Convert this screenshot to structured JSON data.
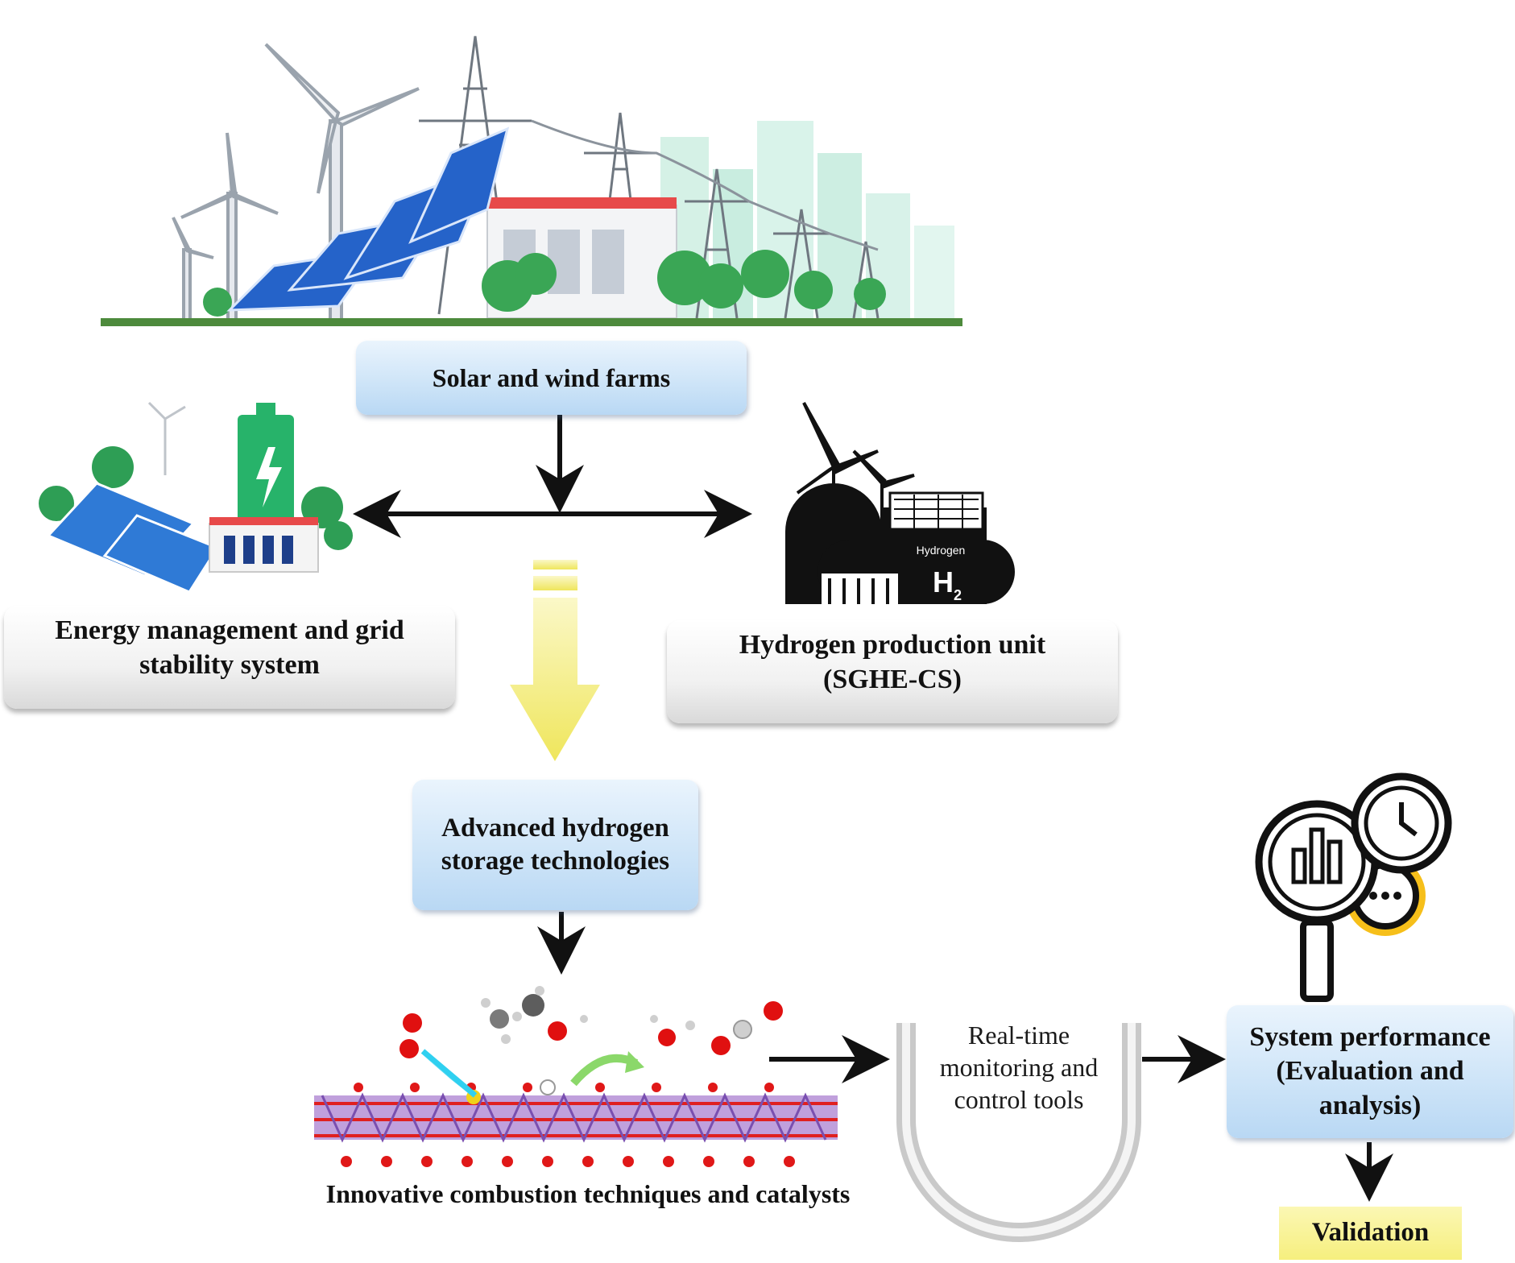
{
  "nodes": {
    "solar_wind": "Solar and wind farms",
    "energy_mgmt": "Energy management and grid stability system",
    "hydrogen_unit": "Hydrogen production unit (SGHE-CS)",
    "storage": "Advanced hydrogen storage technologies",
    "combustion": "Innovative combustion techniques and catalysts",
    "monitoring": "Real-time monitoring and control tools",
    "performance": "System performance (Evaluation and analysis)",
    "validation": "Validation"
  },
  "icons": {
    "hydrogen_tank_label": "Hydrogen",
    "h2_symbol": "H",
    "h2_subscript": "2"
  },
  "colors": {
    "blue_box": "#cfe5f8",
    "yellow_arrow": "#f4ec7a",
    "validation_box": "#f6ef7e",
    "solar_panel": "#2563c9",
    "tree": "#3aa655",
    "battery": "#27b36a"
  }
}
